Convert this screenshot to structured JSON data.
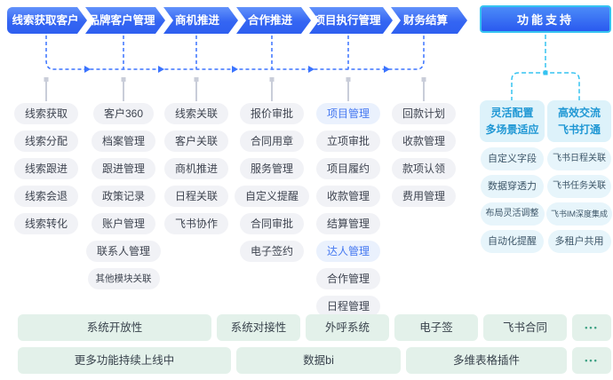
{
  "flow": {
    "stages": [
      {
        "label": "线索获取客户"
      },
      {
        "label": "品牌客户管理"
      },
      {
        "label": "商机推进"
      },
      {
        "label": "合作推进"
      },
      {
        "label": "项目执行管理"
      },
      {
        "label": "财务结算"
      }
    ],
    "support_label": "功能支持"
  },
  "columns": [
    {
      "items": [
        {
          "label": "线索获取"
        },
        {
          "label": "线索分配"
        },
        {
          "label": "线索跟进"
        },
        {
          "label": "线索会退"
        },
        {
          "label": "线索转化"
        }
      ]
    },
    {
      "items": [
        {
          "label": "客户360"
        },
        {
          "label": "档案管理"
        },
        {
          "label": "跟进管理"
        },
        {
          "label": "政策记录"
        },
        {
          "label": "账户管理"
        },
        {
          "label": "联系人管理"
        },
        {
          "label": "其他模块关联"
        }
      ]
    },
    {
      "items": [
        {
          "label": "线索关联"
        },
        {
          "label": "客户关联"
        },
        {
          "label": "商机推进"
        },
        {
          "label": "日程关联"
        },
        {
          "label": "飞书协作"
        }
      ]
    },
    {
      "items": [
        {
          "label": "报价审批"
        },
        {
          "label": "合同用章"
        },
        {
          "label": "服务管理"
        },
        {
          "label": "自定义提醒"
        },
        {
          "label": "合同审批"
        },
        {
          "label": "电子签约"
        }
      ]
    },
    {
      "items": [
        {
          "label": "项目管理",
          "highlight": true
        },
        {
          "label": "立项审批"
        },
        {
          "label": "项目履约"
        },
        {
          "label": "收款管理"
        },
        {
          "label": "结算管理"
        },
        {
          "label": "达人管理",
          "highlight": true
        },
        {
          "label": "合作管理"
        },
        {
          "label": "日程管理"
        }
      ]
    },
    {
      "items": [
        {
          "label": "回款计划"
        },
        {
          "label": "收款管理"
        },
        {
          "label": "款项认领"
        },
        {
          "label": "费用管理"
        }
      ]
    }
  ],
  "support": {
    "groups": [
      {
        "title": [
          "灵活配置",
          "多场景适应"
        ],
        "items": [
          "自定义字段",
          "数据穿透力",
          "布局灵活调整",
          "自动化提醒"
        ]
      },
      {
        "title": [
          "高效交流",
          "飞书打通"
        ],
        "items": [
          "飞书日程关联",
          "飞书任务关联",
          "飞书IM深度集成",
          "多租户共用"
        ]
      }
    ]
  },
  "bottom": {
    "rows": [
      [
        {
          "label": "系统开放性"
        },
        {
          "label": "系统对接性"
        },
        {
          "label": "外呼系统"
        },
        {
          "label": "电子签"
        },
        {
          "label": "飞书合同"
        },
        {
          "label": "•••",
          "more": true
        }
      ],
      [
        {
          "label": "更多功能持续上线中"
        },
        {
          "label": "数据bi"
        },
        {
          "label": "多维表格插件"
        },
        {
          "label": "•••",
          "more": true
        }
      ]
    ]
  },
  "colors": {
    "stage_blue": "#3465f2",
    "connector_blue": "#3b74ff",
    "connector_gray": "#c9cdd9",
    "support_cyan": "#35c3f1",
    "highlight_text": "#4478f1",
    "pill_bg": "#f1f2f6",
    "support_header_text": "#1f97d4",
    "support_pill_bg": "#e7f5fb",
    "bottom_box_bg": "#e3f1ea",
    "more_dots_green": "#3fa184"
  }
}
